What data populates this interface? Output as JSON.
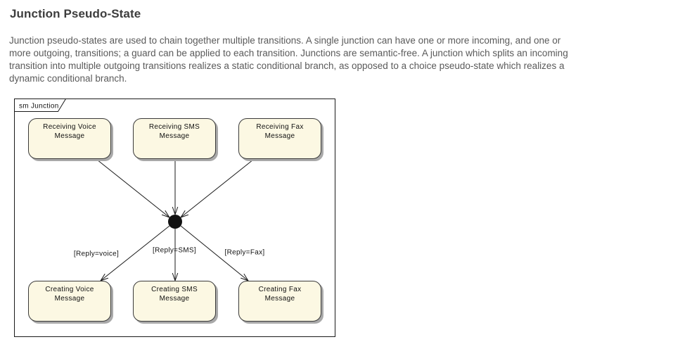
{
  "page": {
    "title": "Junction Pseudo-State",
    "intro_lines": [
      "Junction pseudo-states are used to chain together multiple transitions. A single junction can have one or more incoming, and one or",
      "more outgoing, transitions; a guard can be applied to each transition. Junctions are semantic-free. A junction which splits an incoming",
      "transition into multiple outgoing transitions realizes a static conditional branch, as opposed to a choice pseudo-state which realizes a",
      "dynamic conditional branch."
    ]
  },
  "diagram": {
    "frame_label": "sm Junction",
    "states": [
      {
        "label": "Receiving Voice Message"
      },
      {
        "label": "Receiving SMS Message"
      },
      {
        "label": "Receiving Fax Message"
      },
      {
        "label": "Creating Voice Message"
      },
      {
        "label": "Creating SMS Message"
      },
      {
        "label": "Creating Fax Message"
      }
    ],
    "junction": {
      "shape": "filled-circle"
    },
    "transitions": [
      {
        "from": "Receiving Voice Message",
        "to": "junction",
        "guard": ""
      },
      {
        "from": "Receiving SMS Message",
        "to": "junction",
        "guard": ""
      },
      {
        "from": "Receiving Fax Message",
        "to": "junction",
        "guard": ""
      },
      {
        "from": "junction",
        "to": "Creating Voice Message",
        "guard": "[Reply=voice]"
      },
      {
        "from": "junction",
        "to": "Creating SMS Message",
        "guard": "[Reply=SMS]"
      },
      {
        "from": "junction",
        "to": "Creating Fax Message",
        "guard": "[Reply=Fax]"
      }
    ],
    "colors": {
      "state_fill": "#FCF8E3",
      "state_border": "#3A3A3A",
      "shadow": "#A9A9A9",
      "line": "#1A1A1A",
      "heading_text": "#3D3D3D",
      "body_text": "#5A5A5A"
    }
  }
}
